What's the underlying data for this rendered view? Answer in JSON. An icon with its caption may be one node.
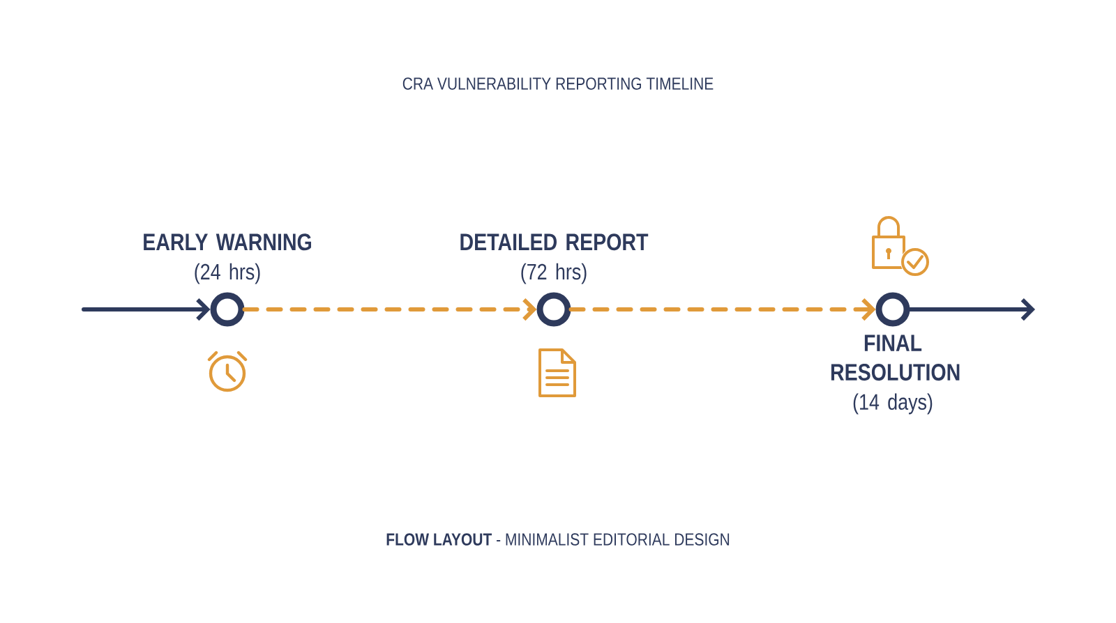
{
  "diagram": {
    "title": "CRA VULNERABILITY REPORTING TIMELINE",
    "caption": "**FLOW LAYOUT** - MINIMALIST EDITORIAL DESIGN",
    "nodes": [
      {
        "text": [],
        "shape": "circle",
        "beside": [
          "EARLY WARNING",
          "(24 hrs)"
        ]
      },
      {
        "text": [],
        "shape": "circle",
        "beside": [
          "DETAILED REPORT",
          "(72 hrs)"
        ]
      },
      {
        "text": [],
        "shape": "circle",
        "beside": [
          "FINAL RESOLUTION",
          "(14 days)"
        ]
      }
    ],
    "edges": [
      {
        "from": null,
        "to": 0,
        "arrow": "to"
      },
      {
        "from": 0,
        "to": 1,
        "arrow": "to",
        "style": "dashed",
        "color": "#e09a3a"
      },
      {
        "from": 1,
        "to": 2,
        "arrow": "to",
        "style": "dashed",
        "color": "#e09a3a"
      },
      {
        "from": 2,
        "to": null,
        "arrow": "to"
      }
    ]
  }
}
